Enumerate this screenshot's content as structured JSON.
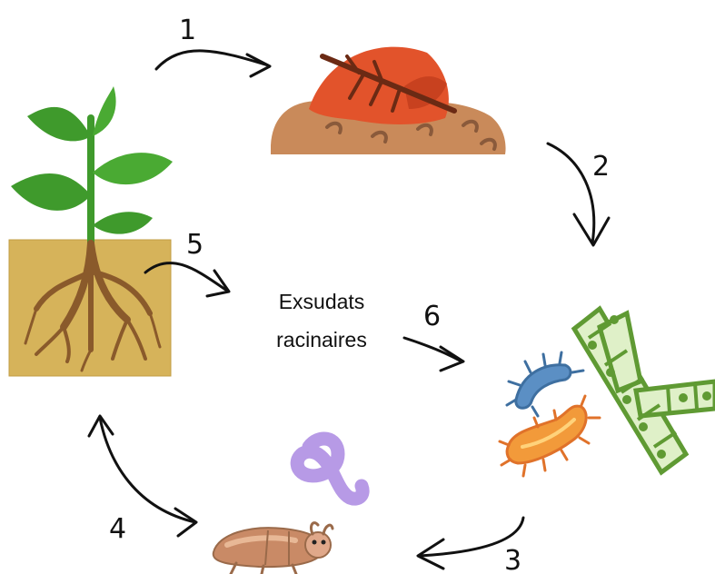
{
  "diagram": {
    "steps": [
      {
        "number": "1"
      },
      {
        "number": "2"
      },
      {
        "number": "3"
      },
      {
        "number": "4"
      },
      {
        "number": "5"
      },
      {
        "number": "6"
      }
    ],
    "center_label": {
      "line1": "Exsudats",
      "line2": "racinaires"
    },
    "icons": [
      "plant-with-roots-icon",
      "leaf-litter-icon",
      "microorganisms-icon",
      "soil-fauna-icon"
    ],
    "colors": {
      "soil_box": "#d6b35a",
      "soil_mound": "#c98a5a",
      "leaf": "#e2532b",
      "plant_green": "#3f9a2c",
      "root_brown": "#8a5a2b",
      "fungus_green": "#6aaa3a",
      "bacteria_blue": "#5b8fc4",
      "bacteria_orange": "#f29a3a",
      "worm_purple": "#b79ae6",
      "insect_brown": "#c98a66"
    }
  }
}
